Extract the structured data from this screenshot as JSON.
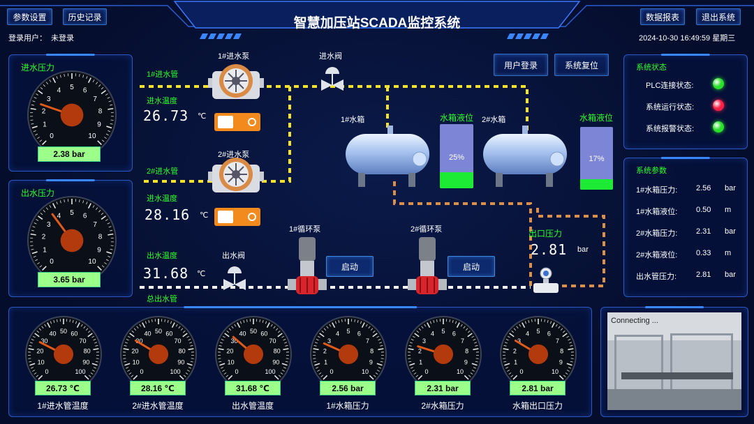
{
  "header": {
    "title": "智慧加压站SCADA监控系统",
    "login_label": "登录用户：",
    "login_user": "未登录",
    "datetime": "2024-10-30 16:49:59 星期三"
  },
  "top_buttons": {
    "settings": "参数设置",
    "history": "历史记录",
    "report": "数据报表",
    "exit": "退出系统"
  },
  "actions": {
    "user_login": "用户登录",
    "system_reset": "系统复位"
  },
  "left_gauges": [
    {
      "label": "进水压力",
      "value": "2.38 bar",
      "reading": 2.38,
      "max": 10,
      "ticks": [
        "0",
        "1",
        "2",
        "3",
        "4",
        "5",
        "6",
        "7",
        "8",
        "9",
        "10"
      ]
    },
    {
      "label": "出水压力",
      "value": "3.65 bar",
      "reading": 3.65,
      "max": 10,
      "ticks": [
        "0",
        "1",
        "2",
        "3",
        "4",
        "5",
        "6",
        "7",
        "8",
        "9",
        "10"
      ]
    }
  ],
  "process": {
    "pump1": "1#进水泵",
    "pump2": "2#进水泵",
    "inlet_valve": "进水阀",
    "pipe1": "1#进水管",
    "pipe2": "2#进水管",
    "temp1_label": "进水温度",
    "temp1": "26.73",
    "temp2_label": "进水温度",
    "temp2": "28.16",
    "out_temp_label": "出水温度",
    "out_temp": "31.68",
    "temp_unit": "℃",
    "outlet_valve": "出水阀",
    "total_pipe": "总出水管",
    "circ1": "1#循环泵",
    "circ2": "2#循环泵",
    "start1": "启动",
    "start2": "启动",
    "tank1": "1#水箱",
    "tank2": "2#水箱",
    "level1_label": "水箱液位",
    "level2_label": "水箱液位",
    "level1": "25%",
    "level2": "17%",
    "level1_frac": 0.25,
    "level2_frac": 0.17,
    "out_pressure_label": "出口压力",
    "out_pressure": "2.81",
    "out_pressure_unit": "bar"
  },
  "status": {
    "title": "系统状态",
    "items": [
      {
        "label": "PLC连接状态:",
        "color": "#2be02b"
      },
      {
        "label": "系统运行状态:",
        "color": "#ff2046"
      },
      {
        "label": "系统报警状态:",
        "color": "#2be02b"
      }
    ]
  },
  "params": {
    "title": "系统参数",
    "rows": [
      {
        "label": "1#水箱压力:",
        "value": "2.56",
        "unit": "bar"
      },
      {
        "label": "1#水箱液位:",
        "value": "0.50",
        "unit": "m"
      },
      {
        "label": "2#水箱压力:",
        "value": "2.31",
        "unit": "bar"
      },
      {
        "label": "2#水箱液位:",
        "value": "0.33",
        "unit": "m"
      },
      {
        "label": "出水管压力:",
        "value": "2.81",
        "unit": "bar"
      }
    ]
  },
  "bottom_gauges": [
    {
      "label": "1#进水管温度",
      "value": "26.73 ℃",
      "reading": 26.73,
      "max": 100,
      "ticks": [
        "0",
        "10",
        "20",
        "30",
        "40",
        "50",
        "60",
        "70",
        "80",
        "90",
        "100"
      ]
    },
    {
      "label": "2#进水管温度",
      "value": "28.16 ℃",
      "reading": 28.16,
      "max": 100,
      "ticks": [
        "0",
        "10",
        "20",
        "30",
        "40",
        "50",
        "60",
        "70",
        "80",
        "90",
        "100"
      ]
    },
    {
      "label": "出水管温度",
      "value": "31.68 ℃",
      "reading": 31.68,
      "max": 100,
      "ticks": [
        "0",
        "10",
        "20",
        "30",
        "40",
        "50",
        "60",
        "70",
        "80",
        "90",
        "100"
      ]
    },
    {
      "label": "1#水箱压力",
      "value": "2.56 bar",
      "reading": 2.56,
      "max": 10,
      "ticks": [
        "0",
        "1",
        "2",
        "3",
        "4",
        "5",
        "6",
        "7",
        "8",
        "9",
        "10"
      ]
    },
    {
      "label": "2#水箱压力",
      "value": "2.31 bar",
      "reading": 2.31,
      "max": 10,
      "ticks": [
        "0",
        "1",
        "2",
        "3",
        "4",
        "5",
        "6",
        "7",
        "8",
        "9",
        "10"
      ]
    },
    {
      "label": "水箱出口压力",
      "value": "2.81 bar",
      "reading": 2.81,
      "max": 10,
      "ticks": [
        "0",
        "1",
        "2",
        "3",
        "4",
        "5",
        "6",
        "7",
        "8",
        "9",
        "10"
      ]
    }
  ],
  "camera": {
    "status": "Connecting ..."
  }
}
